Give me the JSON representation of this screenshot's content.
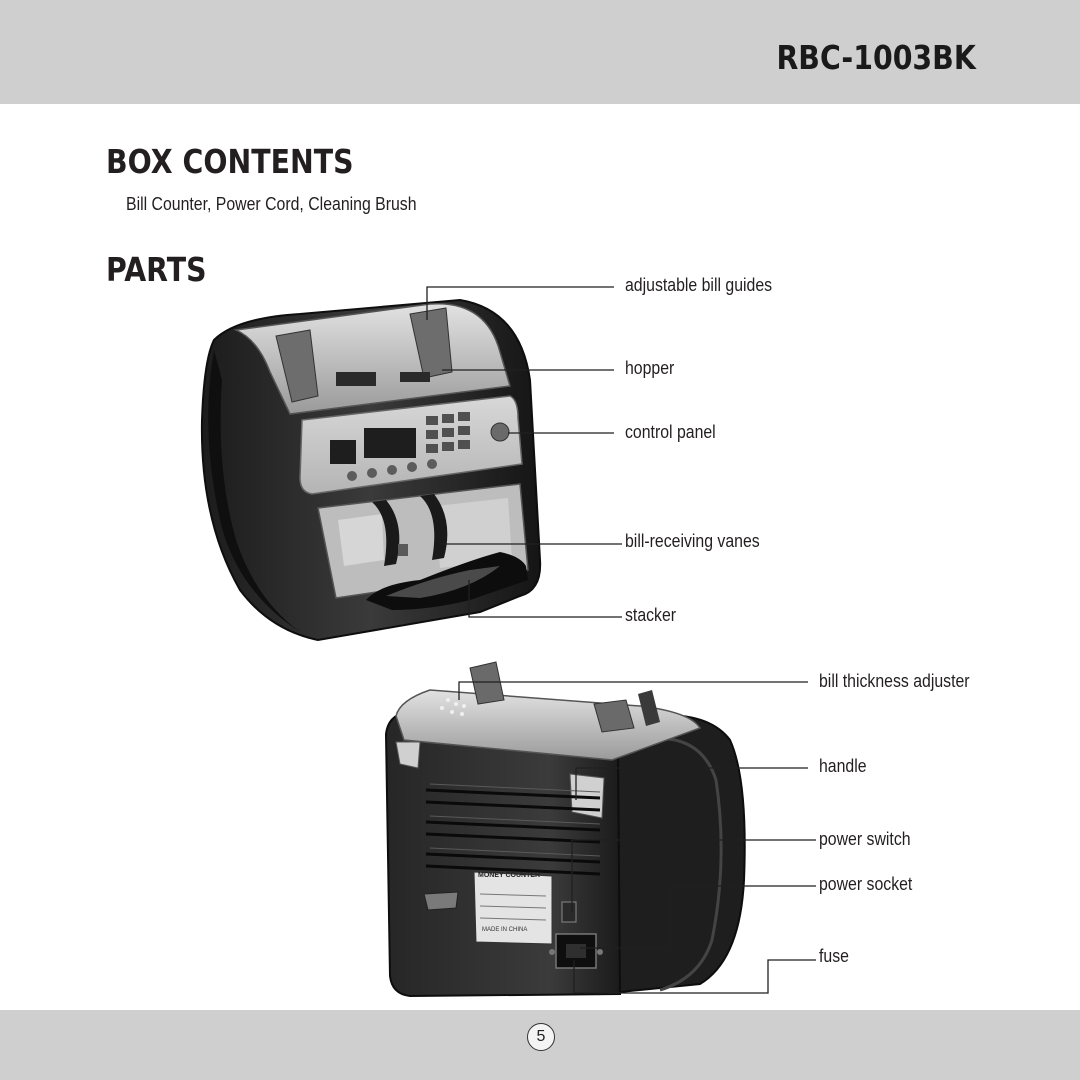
{
  "header": {
    "model": "RBC-1003BK"
  },
  "box_contents": {
    "title": "BOX CONTENTS",
    "text": "Bill Counter, Power Cord, Cleaning Brush"
  },
  "parts": {
    "title": "PARTS",
    "front_labels": {
      "bill_guides": "adjustable bill guides",
      "hopper": "hopper",
      "control_panel": "control panel",
      "vanes": "bill-receiving vanes",
      "stacker": "stacker"
    },
    "back_labels": {
      "thickness": "bill thickness adjuster",
      "handle": "handle",
      "power_switch": "power switch",
      "power_socket": "power socket",
      "fuse": "fuse"
    },
    "device_plate": {
      "title": "MONEY COUNTER",
      "footer": "MADE IN CHINA"
    }
  },
  "footer": {
    "page_number": "5"
  }
}
